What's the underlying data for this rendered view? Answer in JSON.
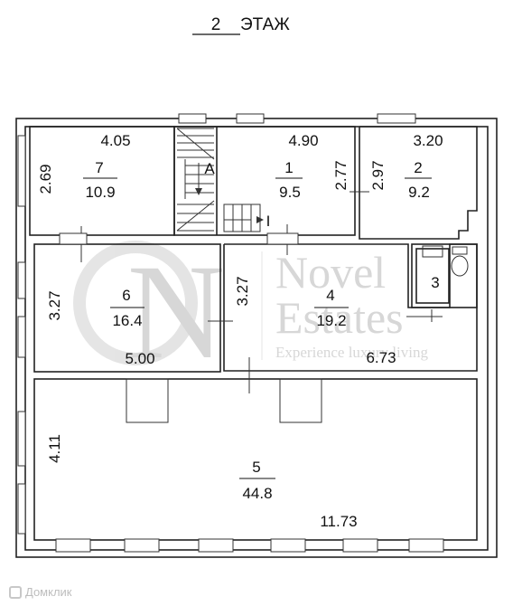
{
  "floor": {
    "number": "2",
    "label": "ЭТАЖ"
  },
  "rooms": [
    {
      "id": "7",
      "area": "10.9",
      "width": "4.05",
      "height": "2.69"
    },
    {
      "id": "1",
      "area": "9.5",
      "width": "4.90",
      "height": "2.77"
    },
    {
      "id": "2",
      "area": "9.2",
      "width": "3.20",
      "height": "2.97"
    },
    {
      "id": "6",
      "area": "16.4",
      "width": "5.00",
      "height": "3.27"
    },
    {
      "id": "4",
      "area": "19.2",
      "width": "6.73",
      "height": "3.27"
    },
    {
      "id": "3",
      "area": ""
    },
    {
      "id": "5",
      "area": "44.8",
      "width": "11.73",
      "height": "4.11"
    }
  ],
  "markers": {
    "stair": "A",
    "section": "I"
  },
  "watermark": {
    "line1": "Novel",
    "line2": "Estates",
    "tagline": "Experience luxury living",
    "monogram": "N"
  },
  "branding": {
    "logo_text": "Домклик"
  }
}
